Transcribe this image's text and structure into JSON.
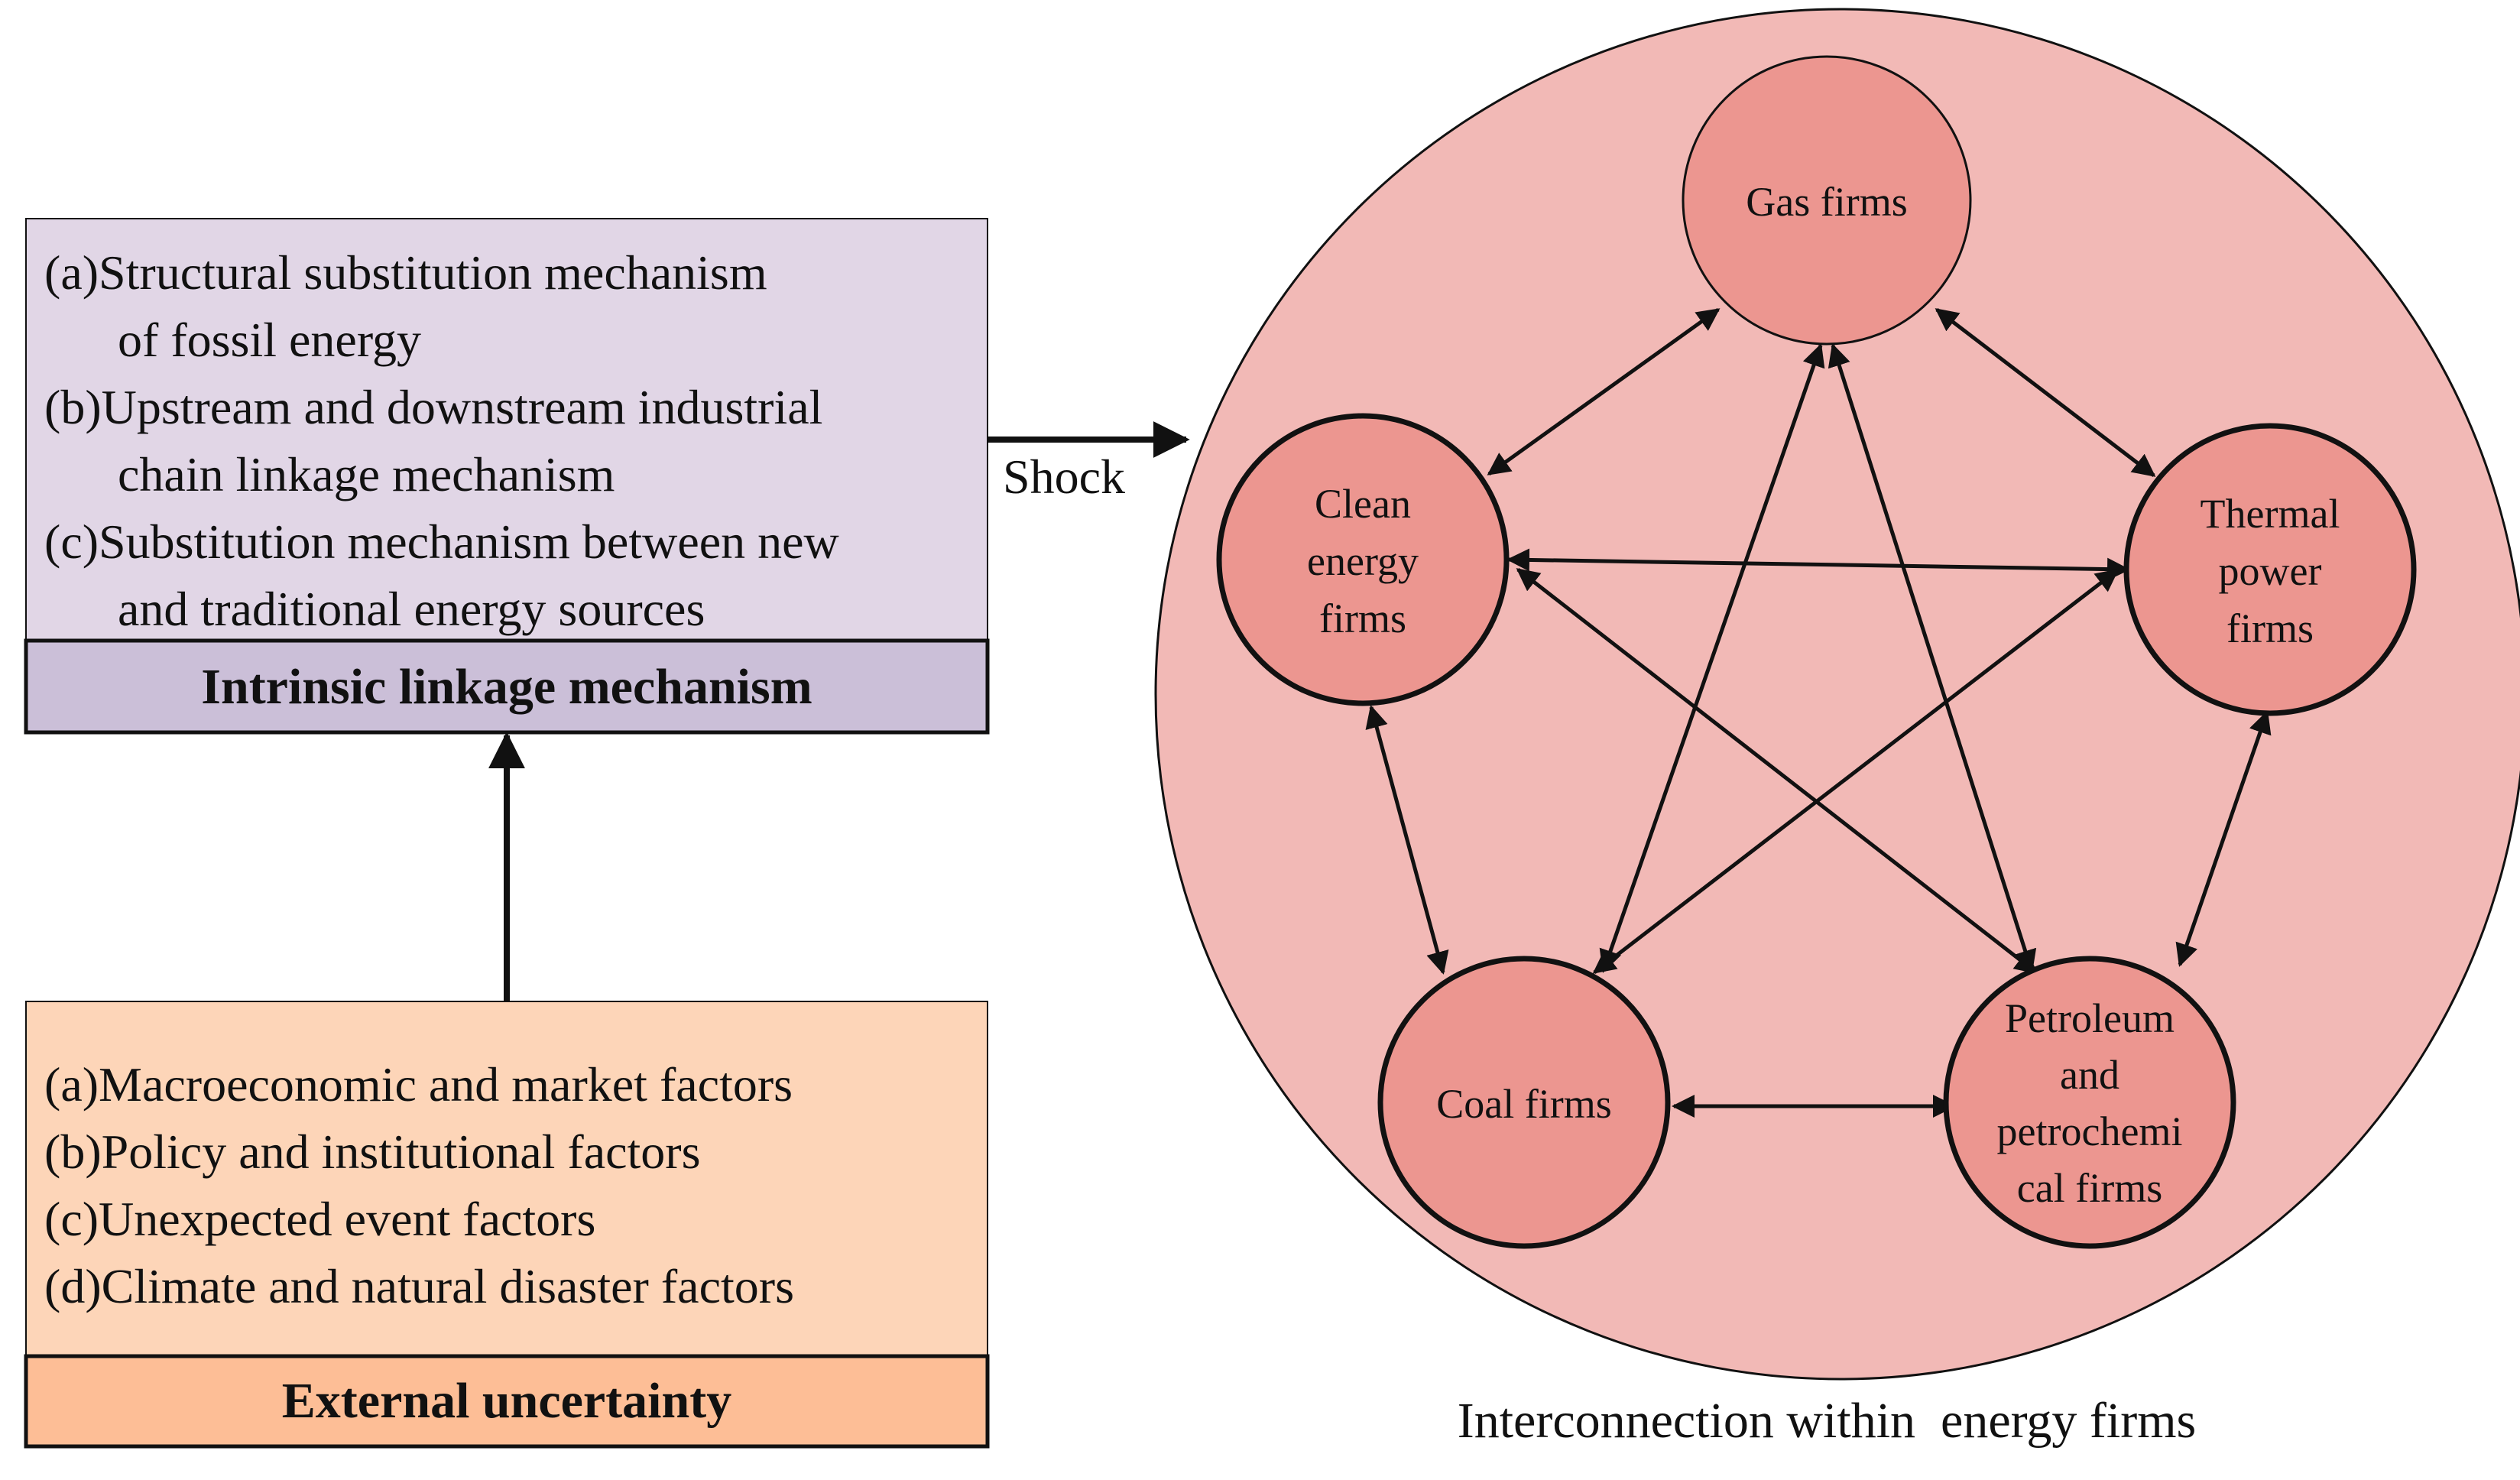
{
  "intrinsic_box": {
    "items": [
      "(a)Structural substitution mechanism",
      "of fossil energy",
      "(b)Upstream and downstream industrial",
      "chain linkage mechanism",
      "(c)Substitution mechanism between new",
      "and traditional energy sources"
    ],
    "title": "Intrinsic linkage mechanism"
  },
  "external_box": {
    "items": [
      "(a)Macroeconomic and market factors",
      "(b)Policy and institutional factors",
      "(c)Unexpected event factors",
      "(d)Climate and natural disaster factors"
    ],
    "title": "External uncertainty"
  },
  "shock_label": "Shock",
  "network": {
    "caption": "Interconnection within  energy firms",
    "nodes": {
      "gas": [
        "Gas firms"
      ],
      "clean": [
        "Clean",
        "energy",
        "firms"
      ],
      "thermal": [
        "Thermal",
        "power",
        "firms"
      ],
      "coal": [
        "Coal  firms"
      ],
      "petroleum": [
        "Petroleum",
        "and",
        "petrochemi",
        "cal firms"
      ]
    }
  },
  "colors": {
    "intrinsic_fill": "#e1d6e6",
    "intrinsic_title_fill": "#cbbfd8",
    "external_fill": "#fdd5b8",
    "external_title_fill": "#fdbe96",
    "big_circle_fill": "#f2b9b6",
    "node_fill": "#ec9690",
    "stroke": "#111111"
  }
}
